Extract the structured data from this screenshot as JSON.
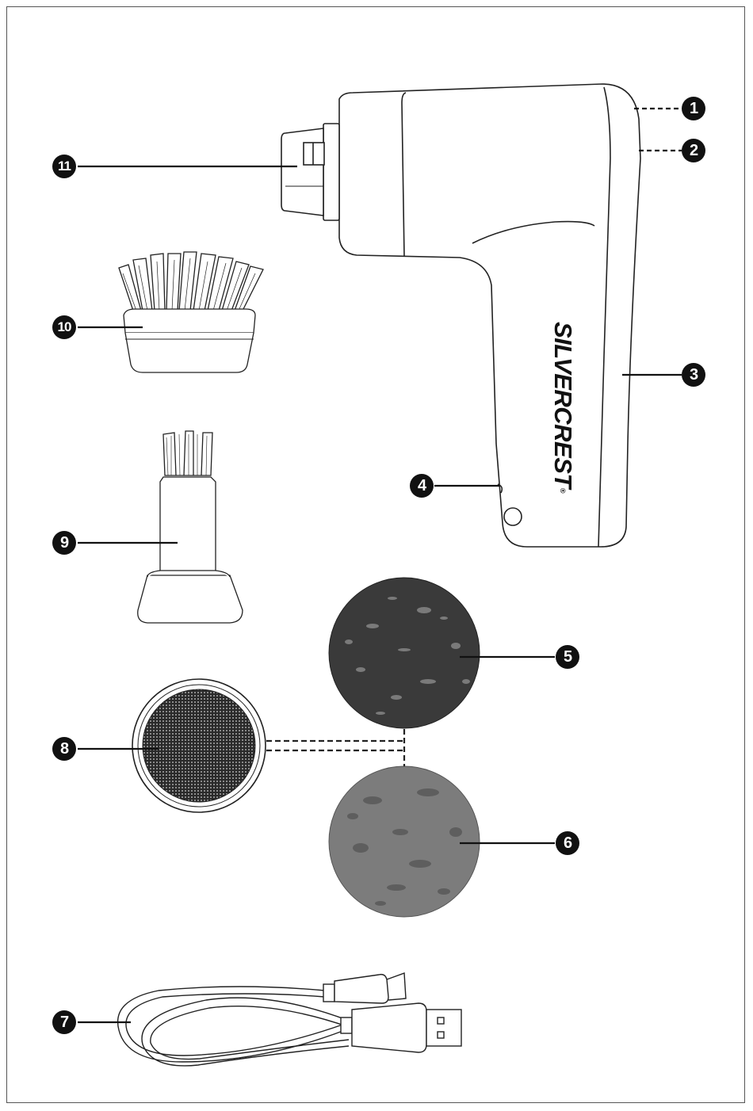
{
  "brand": {
    "name": "SILVERCREST",
    "registered_mark": "®"
  },
  "callouts": [
    {
      "id": "c1",
      "label": "1"
    },
    {
      "id": "c2",
      "label": "2"
    },
    {
      "id": "c3",
      "label": "3"
    },
    {
      "id": "c4",
      "label": "4"
    },
    {
      "id": "c5",
      "label": "5"
    },
    {
      "id": "c6",
      "label": "6"
    },
    {
      "id": "c7",
      "label": "7"
    },
    {
      "id": "c8",
      "label": "8"
    },
    {
      "id": "c9",
      "label": "9"
    },
    {
      "id": "c10",
      "label": "10"
    },
    {
      "id": "c11",
      "label": "11"
    }
  ],
  "colors": {
    "outline": "#222222",
    "pad_dark": "#3a3a3a",
    "pad_grey": "#7c7c7c",
    "marker": "#111111"
  }
}
